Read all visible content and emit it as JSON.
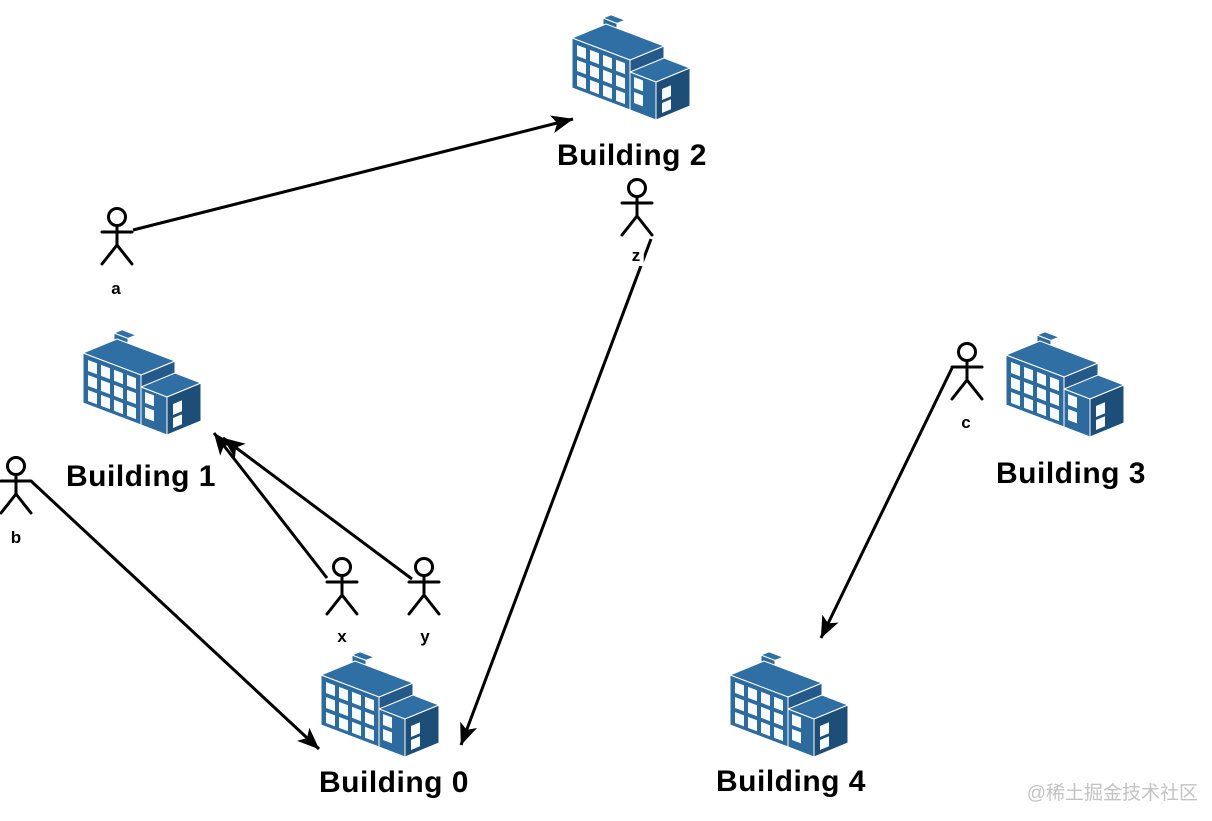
{
  "diagram": {
    "buildings": [
      {
        "id": "building-0",
        "label": "Building 0"
      },
      {
        "id": "building-1",
        "label": "Building 1"
      },
      {
        "id": "building-2",
        "label": "Building 2"
      },
      {
        "id": "building-3",
        "label": "Building 3"
      },
      {
        "id": "building-4",
        "label": "Building 4"
      }
    ],
    "persons": [
      {
        "id": "a",
        "label": "a"
      },
      {
        "id": "b",
        "label": "b"
      },
      {
        "id": "c",
        "label": "c"
      },
      {
        "id": "x",
        "label": "x"
      },
      {
        "id": "y",
        "label": "y"
      },
      {
        "id": "z",
        "label": "z"
      }
    ],
    "edges": [
      {
        "from": "a",
        "to": "building-2"
      },
      {
        "from": "x",
        "to": "building-1"
      },
      {
        "from": "y",
        "to": "building-1"
      },
      {
        "from": "b",
        "to": "building-0"
      },
      {
        "from": "z",
        "to": "building-0"
      },
      {
        "from": "c",
        "to": "building-4"
      }
    ],
    "colors": {
      "building_main": "#2d6b9e",
      "building_step": "#24598a",
      "building_dark": "#1d4e78",
      "building_window": "#f7fafc",
      "line": "#000000"
    }
  },
  "watermark": "@稀土掘金技术社区"
}
